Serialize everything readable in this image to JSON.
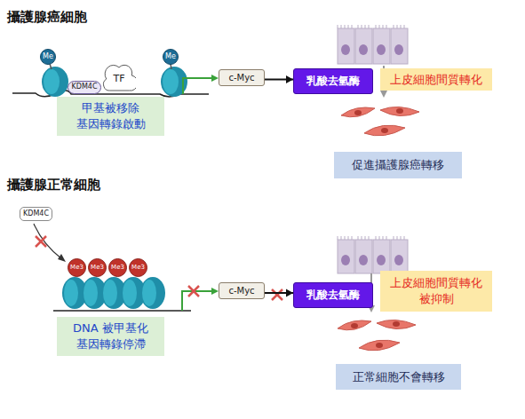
{
  "diagram": {
    "nodes": [
      {
        "text": [
          "Me"
        ]
      },
      {
        "text": [
          "KDM4C"
        ]
      },
      {
        "text": [
          "TF"
        ]
      },
      {
        "text": [
          "Me"
        ]
      },
      {
        "text": [
          "c-Myc"
        ]
      },
      {
        "text": [
          "乳酸去氫酶"
        ]
      },
      {
        "text": [
          "上皮細胞間質轉化"
        ]
      },
      {
        "text": [
          "甲基被移除 基因轉錄啟動"
        ]
      },
      {
        "text": [
          "促進攝護腺癌轉移"
        ]
      },
      {
        "text": [
          "KDM4C"
        ]
      },
      {
        "text": [
          "Me3"
        ]
      },
      {
        "text": [
          "Me3"
        ]
      },
      {
        "text": [
          "Me3"
        ]
      },
      {
        "text": [
          "Me3"
        ]
      },
      {
        "text": [
          "c-Myc"
        ]
      },
      {
        "text": [
          "乳酸去氫酶"
        ]
      },
      {
        "text": [
          "上皮細胞間質轉化 被抑制"
        ]
      },
      {
        "text": [
          "DNA 被甲基化 基因轉錄停滯"
        ]
      },
      {
        "text": [
          "正常細胞不會轉移"
        ]
      }
    ],
    "edges": [
      {
        "from": 4,
        "to": 5,
        "arrow": "to"
      },
      {
        "from": 14,
        "to": 15,
        "arrow": "to"
      }
    ],
    "labels": [
      "攝護腺癌細胞",
      "攝護腺正常細胞"
    ]
  }
}
